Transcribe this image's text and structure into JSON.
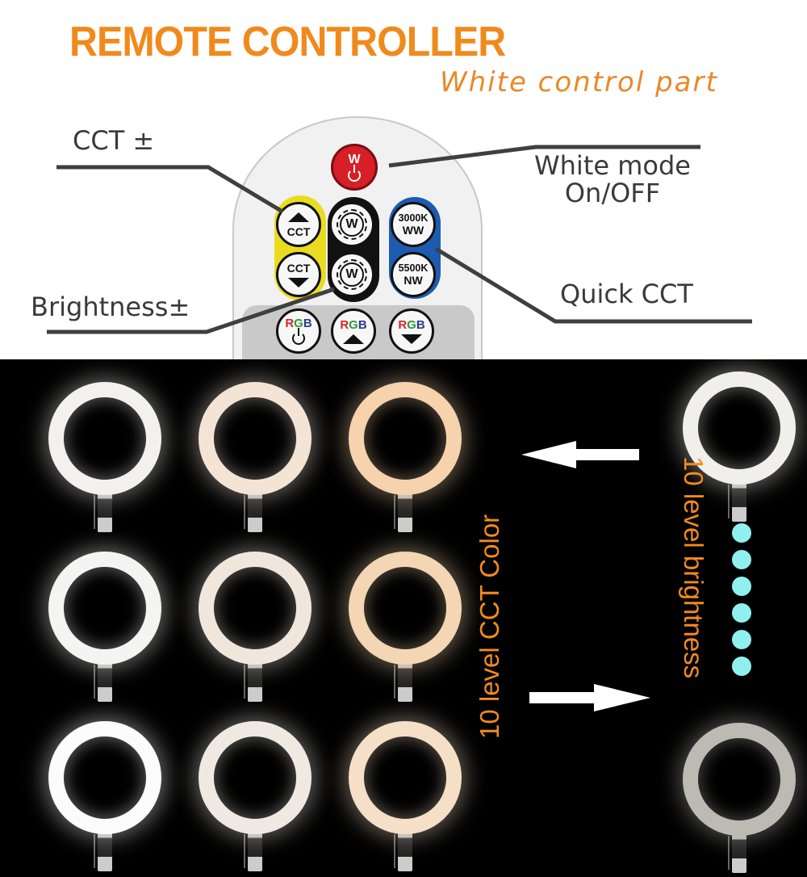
{
  "header": {
    "title": "REMOTE CONTROLLER",
    "subtitle": "White control part"
  },
  "callouts": {
    "cct": "CCT ±",
    "brightness": "Brightness±",
    "white_mode_line1": "White mode",
    "white_mode_line2": "On/OFF",
    "quick_cct": "Quick CCT"
  },
  "remote": {
    "buttons": {
      "white_power": {
        "label": "W",
        "icon": "power-icon",
        "color": "#d61f26"
      },
      "cct_up": {
        "label": "CCT",
        "icon": "triangle-up-icon"
      },
      "cct_down": {
        "label": "CCT",
        "icon": "triangle-down-icon"
      },
      "brightness_up": {
        "label": "W",
        "icon": "sun-w-icon"
      },
      "brightness_down": {
        "label": "W",
        "icon": "sun-w-icon"
      },
      "preset_3000k": {
        "line1": "3000K",
        "line2": "WW"
      },
      "preset_5500k": {
        "line1": "5500K",
        "line2": "NW"
      },
      "rgb_power": {
        "r": "R",
        "g": "G",
        "b": "B",
        "icon": "power-icon"
      },
      "rgb_up": {
        "r": "R",
        "g": "G",
        "b": "B",
        "icon": "triangle-up-icon"
      },
      "rgb_down": {
        "r": "R",
        "g": "G",
        "b": "B",
        "icon": "triangle-down-icon"
      }
    },
    "group_colors": {
      "cct": "#e9dc20",
      "brightness": "#111111",
      "quick_cct": "#1d5bb0"
    }
  },
  "demo": {
    "cct_label": "10 level CCT Color",
    "brightness_label": "10 level brightness",
    "accent_color": "#f28b1e",
    "ring_grid": [
      [
        "#f3f1ee",
        "#f3e4d6",
        "#f6d2ad"
      ],
      [
        "#f4f4f2",
        "#f1e6dc",
        "#f4d6b4"
      ],
      [
        "#fbfbfb",
        "#efe9e2",
        "#f5dfc6"
      ]
    ],
    "brightness_rings": {
      "high": "#f1efea",
      "low": "#bdb9b3"
    },
    "dot_count": 6,
    "dot_color": "#8ff0ef"
  }
}
